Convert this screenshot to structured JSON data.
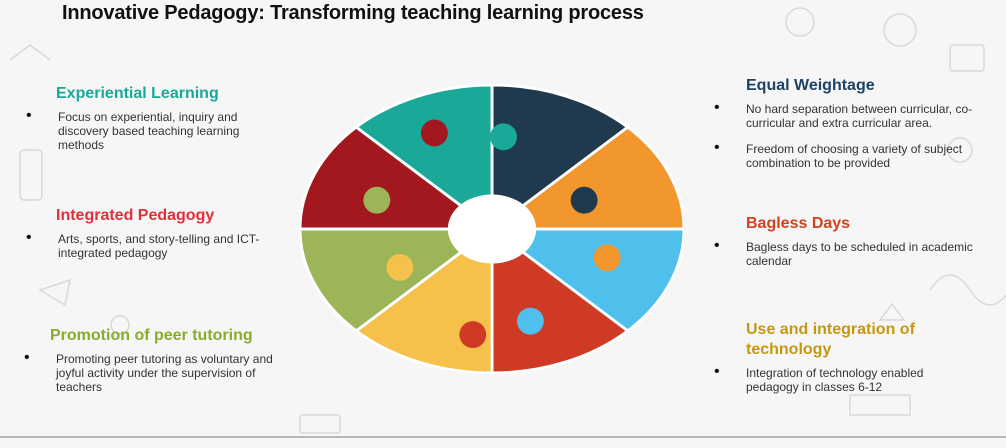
{
  "title": "Innovative Pedagogy: Transforming teaching learning process",
  "left": [
    {
      "heading": "Experiential Learning",
      "bullets": [
        "Focus on experiential, inquiry and discovery based teaching learning methods"
      ]
    },
    {
      "heading": "Integrated Pedagogy",
      "bullets": [
        "Arts, sports, and story-telling and ICT-integrated pedagogy"
      ]
    },
    {
      "heading": "Promotion of peer tutoring",
      "bullets": [
        "Promoting peer tutoring as voluntary and joyful activity under the supervision of teachers"
      ]
    }
  ],
  "right": [
    {
      "heading": "Equal Weightage",
      "bullets": [
        "No hard separation between curricular, co-curricular and extra curricular area.",
        "Freedom of choosing a variety of subject combination to be provided"
      ]
    },
    {
      "heading": "Bagless Days",
      "bullets": [
        "Bagless days to be scheduled in academic calendar"
      ]
    },
    {
      "heading": "Use and integration of technology",
      "bullets": [
        "Integration of technology enabled pedagogy in classes 6-12"
      ]
    }
  ],
  "colors": {
    "teal": "#1aa999",
    "navy": "#1f3a4f",
    "orange": "#f2962e",
    "sky_blue": "#4fc0ec",
    "brick_red": "#cf3a25",
    "yellow": "#f6c14a",
    "olive_green": "#9cb558",
    "dark_red": "#a3171f"
  },
  "icons": [
    "background-doodle-icons"
  ]
}
